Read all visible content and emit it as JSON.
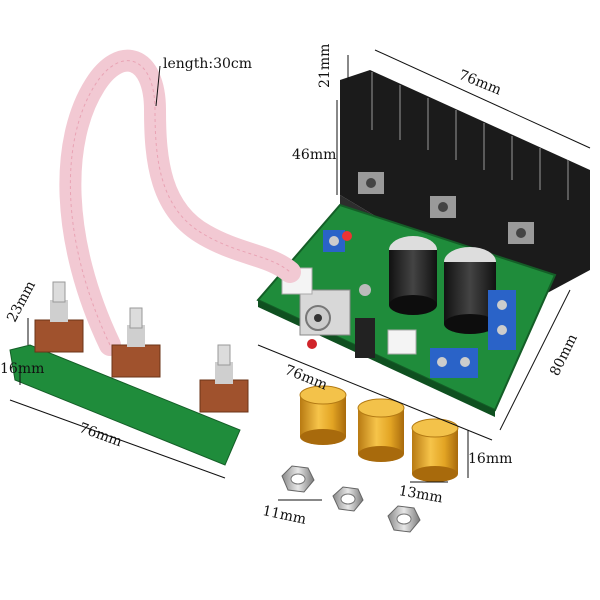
{
  "labels": {
    "cable_length": "length:30cm",
    "heatsink_height": "21mm",
    "heatsink_width": "76mm",
    "heatsink_depth": "46mm",
    "board_width": "76mm",
    "board_length": "80mm",
    "pot_height": "23mm",
    "pot_board_height": "16mm",
    "pot_board_width": "76mm",
    "knob_height": "16mm",
    "knob_diameter": "13mm",
    "nut_size": "11mm"
  },
  "colors": {
    "pcb_green": "#1f8c3b",
    "heatsink_black": "#1b1b1b",
    "knob_gold": "#e0a21e",
    "pot_brown": "#a0522d",
    "ribbon_pink": "#f2c9d3"
  }
}
